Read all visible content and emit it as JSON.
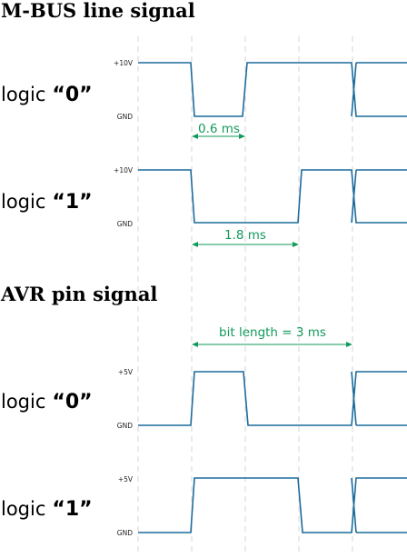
{
  "sections": {
    "mbus": {
      "title": "M-BUS line signal"
    },
    "avr": {
      "title": "AVR pin signal"
    }
  },
  "labels": {
    "logic_word": "logic",
    "zero": "“0”",
    "one": "“1”"
  },
  "levels": {
    "mbus_high": "+10V",
    "avr_high": "+5V",
    "gnd": "GND"
  },
  "measurements": {
    "zero_width": "0.6 ms",
    "one_width": "1.8 ms",
    "bit_length": "bit length = 3 ms"
  },
  "colors": {
    "signal": "#1c6b9c",
    "measure": "#129a5b",
    "grid": "#d6d6d6"
  },
  "timing_ms": {
    "bit_length": 3,
    "mbus_zero_low": 0.6,
    "mbus_one_low": 1.8,
    "avr_zero_high": 0.6,
    "avr_one_high": 1.8
  }
}
